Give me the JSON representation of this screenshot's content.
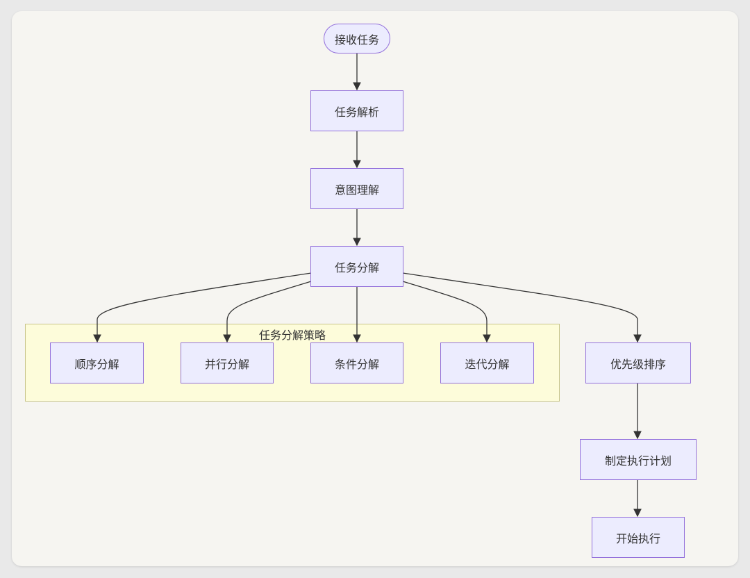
{
  "diagram": {
    "nodes": {
      "receive": "接收任务",
      "parse": "任务解析",
      "intent": "意图理解",
      "decompose": "任务分解",
      "sequential": "顺序分解",
      "parallel": "并行分解",
      "conditional": "条件分解",
      "iterative": "迭代分解",
      "priority": "优先级排序",
      "plan": "制定执行计划",
      "execute": "开始执行"
    },
    "cluster_title": "任务分解策略",
    "edges": [
      [
        "receive",
        "parse"
      ],
      [
        "parse",
        "intent"
      ],
      [
        "intent",
        "decompose"
      ],
      [
        "decompose",
        "sequential"
      ],
      [
        "decompose",
        "parallel"
      ],
      [
        "decompose",
        "conditional"
      ],
      [
        "decompose",
        "iterative"
      ],
      [
        "decompose",
        "priority"
      ],
      [
        "priority",
        "plan"
      ],
      [
        "plan",
        "execute"
      ]
    ]
  },
  "colors": {
    "node_fill": "#ececfe",
    "node_border": "#9370db",
    "cluster_fill": "#fdfcda",
    "cluster_border": "#c8c58a",
    "edge": "#333333",
    "background": "#f6f5f1"
  }
}
